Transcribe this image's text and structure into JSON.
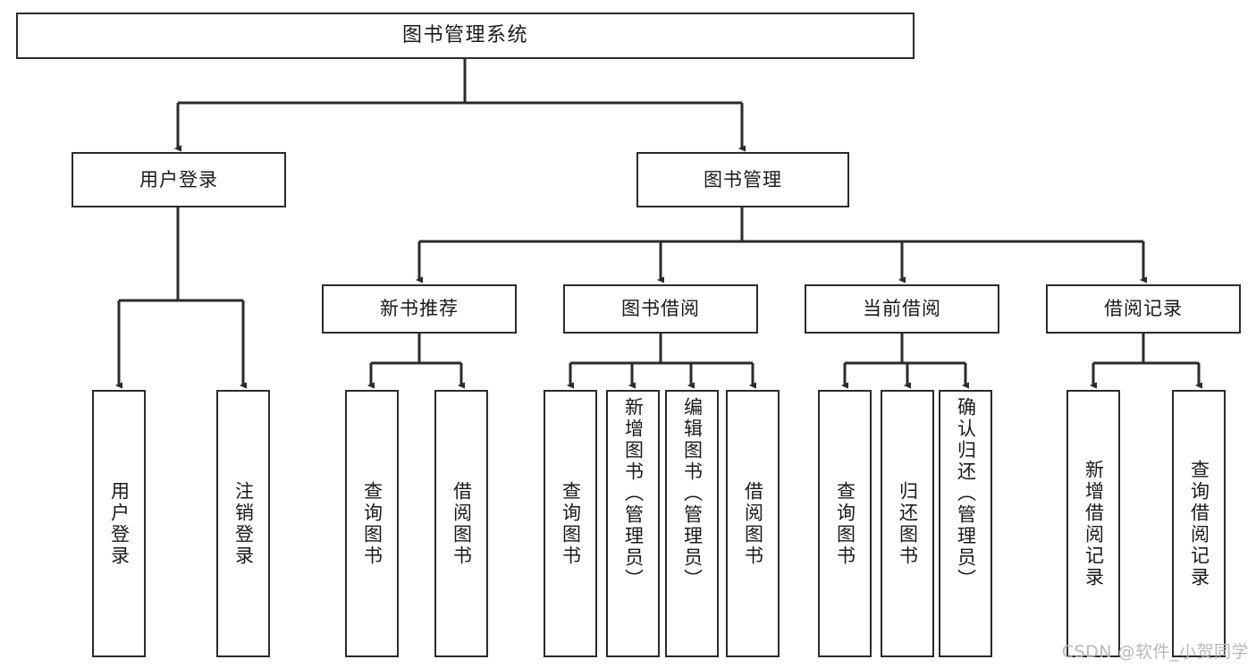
{
  "diagram": {
    "type": "tree",
    "title": "图书管理系统",
    "colors": {
      "stroke": "#2b2b2b",
      "fill": "#ffffff",
      "text": "#1a1a1a",
      "watermark": "#b9b9b9"
    },
    "watermark": "CSDN @软件_小贺同学",
    "nodes": {
      "root": {
        "label": "图书管理系统"
      },
      "level2": [
        {
          "label": "用户登录"
        },
        {
          "label": "图书管理"
        }
      ],
      "level3": [
        {
          "label": "新书推荐"
        },
        {
          "label": "图书借阅"
        },
        {
          "label": "当前借阅"
        },
        {
          "label": "借阅记录"
        }
      ],
      "leaves": {
        "user_login": [
          {
            "label": "用户登录"
          },
          {
            "label": "注销登录"
          }
        ],
        "new_book": [
          {
            "label": "查询图书"
          },
          {
            "label": "借阅图书"
          }
        ],
        "book_borrow": [
          {
            "label": "查询图书"
          },
          {
            "label": "新增图书（管理员）"
          },
          {
            "label": "编辑图书（管理员）"
          },
          {
            "label": "借阅图书"
          }
        ],
        "current_borrow": [
          {
            "label": "查询图书"
          },
          {
            "label": "归还图书"
          },
          {
            "label": "确认归还（管理员）"
          }
        ],
        "borrow_record": [
          {
            "label": "新增借阅记录"
          },
          {
            "label": "查询借阅记录"
          }
        ]
      }
    }
  }
}
